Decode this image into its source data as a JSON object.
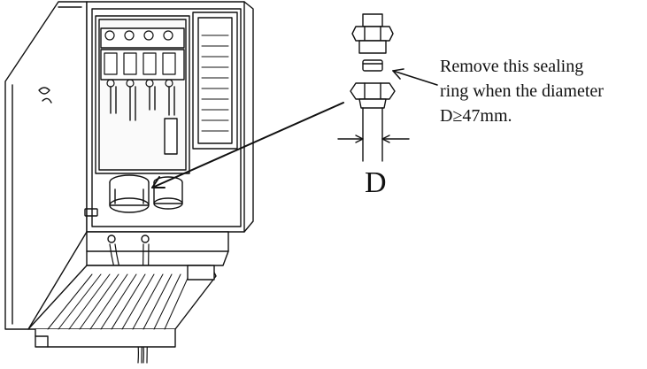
{
  "annotation": {
    "lines": [
      "Remove this sealing",
      "ring when the diameter",
      "D≥47mm."
    ]
  },
  "dimension": {
    "label": "D"
  },
  "colors": {
    "line": "#111111",
    "background": "#ffffff",
    "shade": "#d9d9d9"
  }
}
